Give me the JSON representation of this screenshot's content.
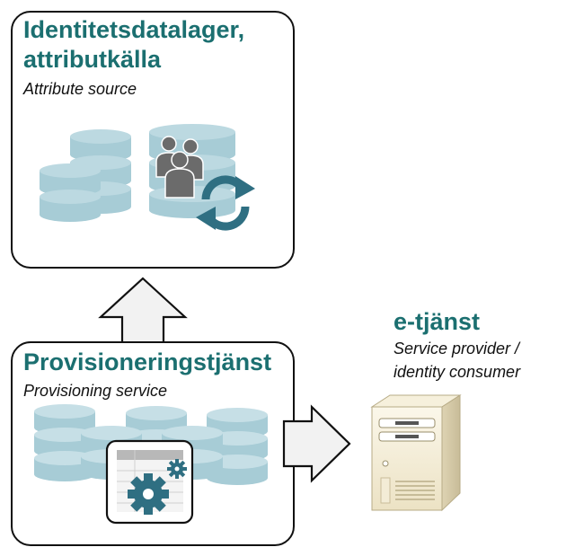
{
  "attribute_source": {
    "title_line1": "Identitetsdatalager,",
    "title_line2": "attributkälla",
    "subtitle": "Attribute source"
  },
  "provisioning": {
    "title": "Provisioneringstjänst",
    "subtitle": "Provisioning service"
  },
  "service_provider": {
    "title": "e-tjänst",
    "subtitle_line1": "Service provider /",
    "subtitle_line2": "identity consumer"
  },
  "colors": {
    "title_teal": "#1b6f70",
    "cylinder_blue": "#a7ccd6",
    "gear_teal": "#2f6f82",
    "people_gray": "#6b6b6b",
    "arrow_fill": "#f2f2f2"
  },
  "icons": [
    "database-icon",
    "people-icon",
    "sync-icon",
    "gear-icon",
    "table-icon",
    "server-icon",
    "arrow-up-icon",
    "arrow-right-icon"
  ]
}
